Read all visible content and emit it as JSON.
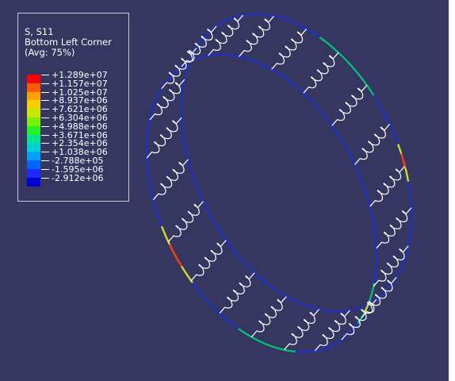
{
  "legend": {
    "variable": "S, S11",
    "location": "Bottom Left Corner",
    "averaging": "(Avg: 75%)",
    "ticks": [
      "+1.289e+07",
      "+1.157e+07",
      "+1.025e+07",
      "+8.937e+06",
      "+7.621e+06",
      "+6.304e+06",
      "+4.988e+06",
      "+3.671e+06",
      "+2.354e+06",
      "+1.038e+06",
      "-2.788e+05",
      "-1.595e+06",
      "-2.912e+06"
    ],
    "colors": [
      "#ff0000",
      "#ff5a00",
      "#ffa000",
      "#f5d000",
      "#c8e600",
      "#78f000",
      "#28f028",
      "#00e68c",
      "#00d2d2",
      "#00a0ff",
      "#0064ff",
      "#1e28ff",
      "#0000d2"
    ]
  },
  "theme": {
    "viewport_bg": "#363760",
    "ring_outline": "#1c30c8",
    "ring_green": "#00c86e",
    "ring_yellow": "#d2dc28",
    "ring_red": "#e63c14",
    "spring_color": "#ffffff"
  }
}
